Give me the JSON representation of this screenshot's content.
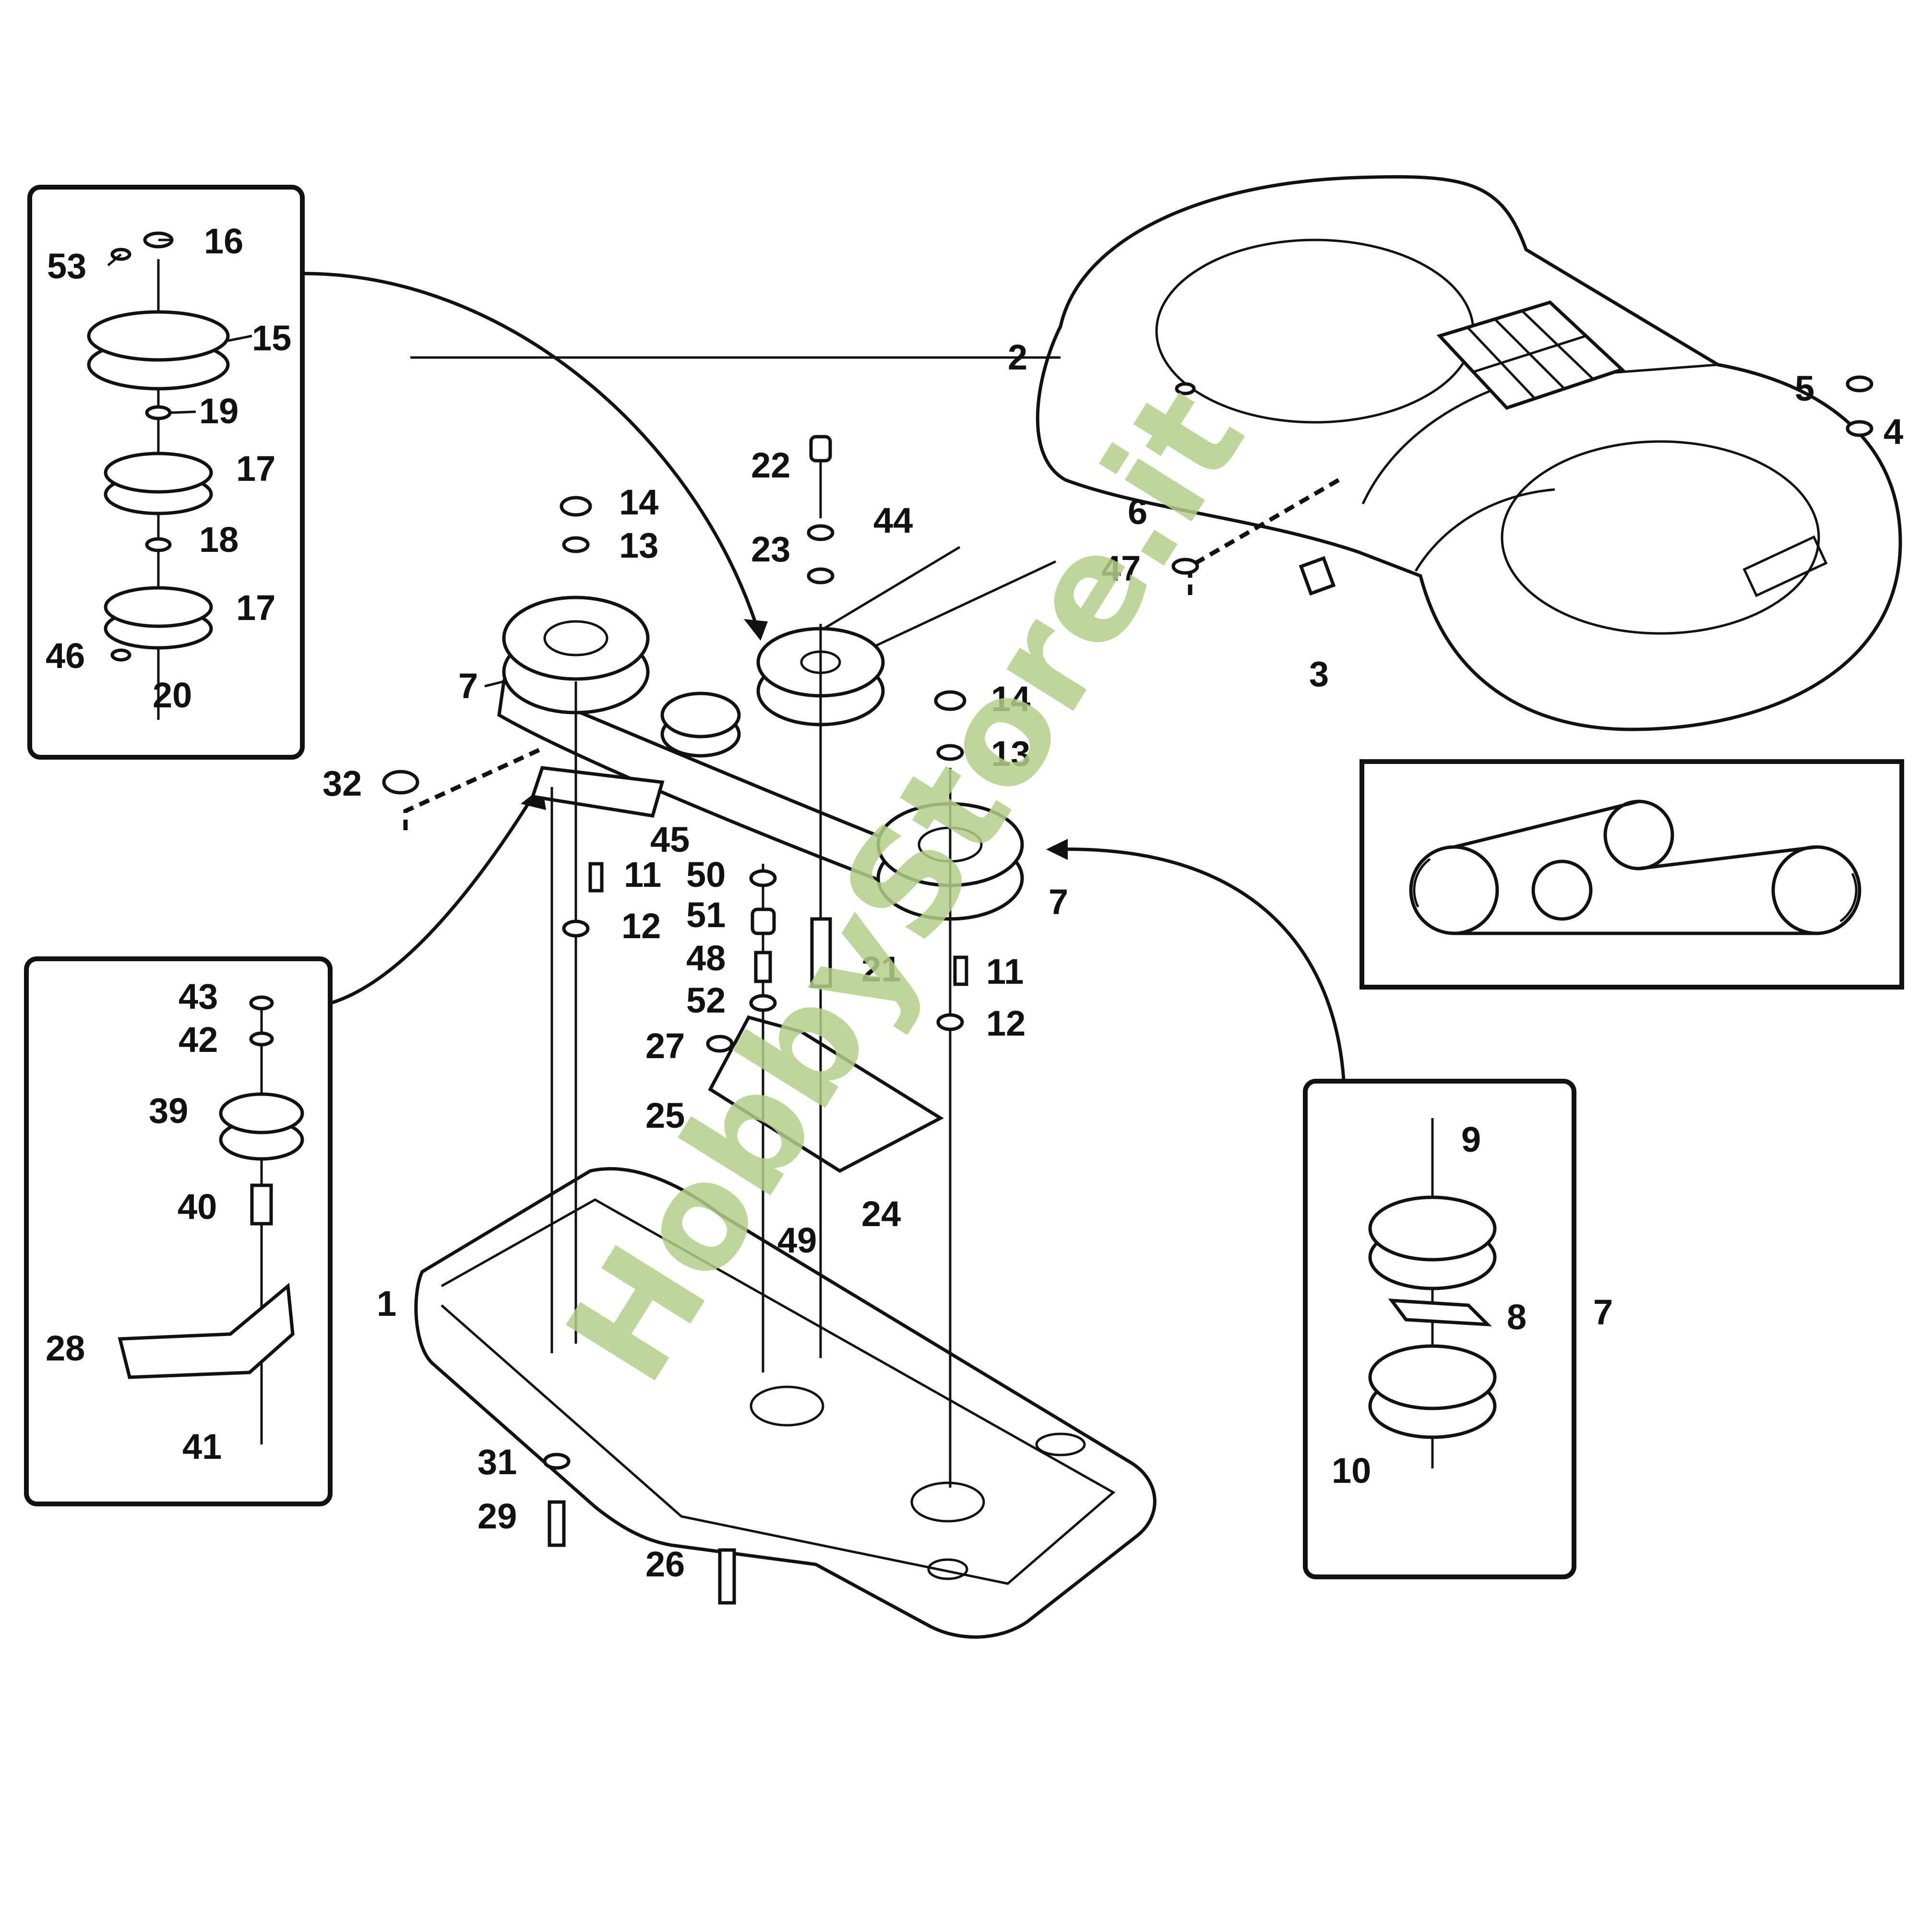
{
  "watermark": {
    "text": "HobbyStore.it",
    "color": "#b4cf8a"
  },
  "callouts": {
    "c1": "1",
    "c2": "2",
    "c3": "3",
    "c4": "4",
    "c5": "5",
    "c6": "6",
    "c7a": "7",
    "c7b": "7",
    "c7c": "7",
    "c8": "8",
    "c9": "9",
    "c10": "10",
    "c11a": "11",
    "c11b": "11",
    "c12a": "12",
    "c12b": "12",
    "c13a": "13",
    "c13b": "13",
    "c14a": "14",
    "c14b": "14",
    "c15": "15",
    "c16": "16",
    "c17a": "17",
    "c17b": "17",
    "c18": "18",
    "c19": "19",
    "c20": "20",
    "c21": "21",
    "c22": "22",
    "c23": "23",
    "c24": "24",
    "c25": "25",
    "c26": "26",
    "c27": "27",
    "c28": "28",
    "c29": "29",
    "c31": "31",
    "c32": "32",
    "c39": "39",
    "c40": "40",
    "c41": "41",
    "c42": "42",
    "c43": "43",
    "c44": "44",
    "c45": "45",
    "c46": "46",
    "c47": "47",
    "c48": "48",
    "c49": "49",
    "c50": "50",
    "c51": "51",
    "c52": "52",
    "c53": "53"
  },
  "icons": {
    "belt_layout": "belt-routing-schematic-icon",
    "rotation": "rotation-arrow-icon"
  }
}
